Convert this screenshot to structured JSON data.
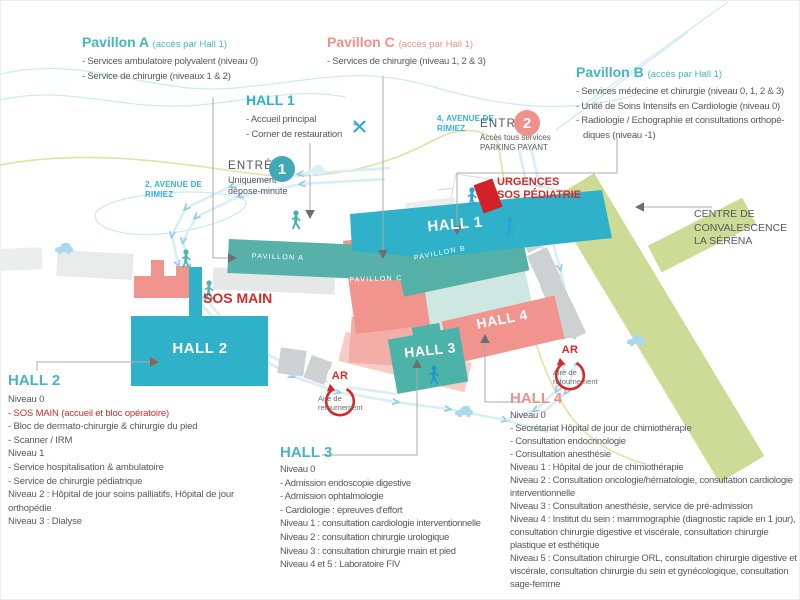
{
  "colors": {
    "cyan_building": "#2fb1c9",
    "teal_building": "#58b1a9",
    "salmon_building": "#f1948e",
    "mint_building": "#cfe7e3",
    "green_building": "#ccdb96",
    "red_accent": "#d42a28",
    "street_cyan": "#2fb5d9",
    "text_gray": "#58585a"
  },
  "legend": {
    "pavillon_a": {
      "title": "Pavillon A",
      "access": "(accès par Hall 1)",
      "items": [
        "- Services ambulatoire polyvalent (niveau 0)",
        "- Service de chirurgie (niveaux 1 & 2)"
      ]
    },
    "pavillon_c": {
      "title": "Pavillon C",
      "access": "(accès par Hall 1)",
      "items": [
        "- Services de chirurgie (niveau 1, 2 & 3)"
      ]
    },
    "pavillon_b": {
      "title": "Pavillon B",
      "access": "(accès par Hall 1)",
      "items": [
        "- Services médecine et chirurgie (niveau 0, 1, 2 & 3)",
        "- Unité de Soins Intensifs en Cardiologie (niveau 0)",
        "- Radiologie / Echographie et consultations orthopé-",
        "diques (niveau -1)"
      ]
    },
    "hall_1": {
      "title": "HALL 1",
      "items": [
        "- Accueil principal",
        "- Corner de restauration"
      ]
    },
    "hall_2": {
      "title": "HALL 2",
      "lines": [
        "Niveau 0",
        "- SOS MAIN (accueil et bloc opératoire)",
        "- Bloc de dermato-chirurgie & chirurgie du pied",
        "- Scanner / IRM",
        "Niveau 1",
        "- Service hospitalisation & ambulatoire",
        "- Service de chirurgie pédiatrique",
        "Niveau 2 : Hôpital de jour soins palliatifs, Hôpital de jour orthopédie",
        "Niveau 3 : Dialyse"
      ]
    },
    "hall_3": {
      "title": "HALL 3",
      "lines": [
        "Niveau 0",
        "- Admission endoscopie digestive",
        "- Admission ophtalmologie",
        "- Cardiologie : épreuves d'effort",
        "Niveau 1 : consultation cardiologie interventionnelle",
        "Niveau 2 : consultation chirurgie urologique",
        "Niveau 3 : consultation chirurgie main et pied",
        "Niveau 4 et 5 : Laboratoire FIV"
      ]
    },
    "hall_4": {
      "title": "HALL 4",
      "lines": [
        "Niveau 0",
        "- Secrétariat Hôpital de jour de chimiothérapie",
        "- Consultation endocrinologie",
        "- Consultation anesthésie",
        "Niveau 1 : Hôpital de jour de chimiothérapie",
        "Niveau 2 : Consultation oncologie/hématologie, consultation cardiologie interventionnelle",
        "Niveau 3 : Consultation anesthésie, service de pré-admission",
        "Niveau 4 : Institut du sein : mammographie (diagnostic rapide en 1 jour), consultation chirurgie digestive et viscérale, consultation chirurgie plastique et esthétique",
        "Niveau 5 : Consultation chirurgie ORL, consultation chirurgie digestive et viscérale, consultation chirurgie du sein et gynécologique, consultation sage-femme"
      ]
    }
  },
  "map": {
    "streets": {
      "street_1_line1": "2, AVENUE DE",
      "street_1_line2": "RIMIEZ",
      "street_2_line1": "4, AVENUE DE",
      "street_2_line2": "RIMIEZ"
    },
    "entrance_1": {
      "number": "1",
      "title": "ENTRÉE",
      "line1": "Uniquement",
      "line2": "dépose-minute"
    },
    "entrance_2": {
      "number": "2",
      "title": "ENTRÉE",
      "line1": "Accès tous services",
      "line2": "PARKING PAYANT"
    },
    "buildings": {
      "hall_1": "HALL 1",
      "hall_2": "HALL 2",
      "hall_3": "HALL 3",
      "hall_4": "HALL 4",
      "pavillon_a": "PAVILLON A",
      "pavillon_b": "PAVILLON B",
      "pavillon_c": "PAVILLON C"
    },
    "sos_main": "SOS MAIN",
    "urgences": {
      "line1": "URGENCES",
      "line2": "SOS PÉDIATRIE"
    },
    "convalescence": [
      "CENTRE DE",
      "CONVALESCENCE",
      "LA SÉRÉNA"
    ],
    "turnaround": {
      "badge": "AR",
      "caption": [
        "Aire de",
        "retournement"
      ]
    }
  }
}
